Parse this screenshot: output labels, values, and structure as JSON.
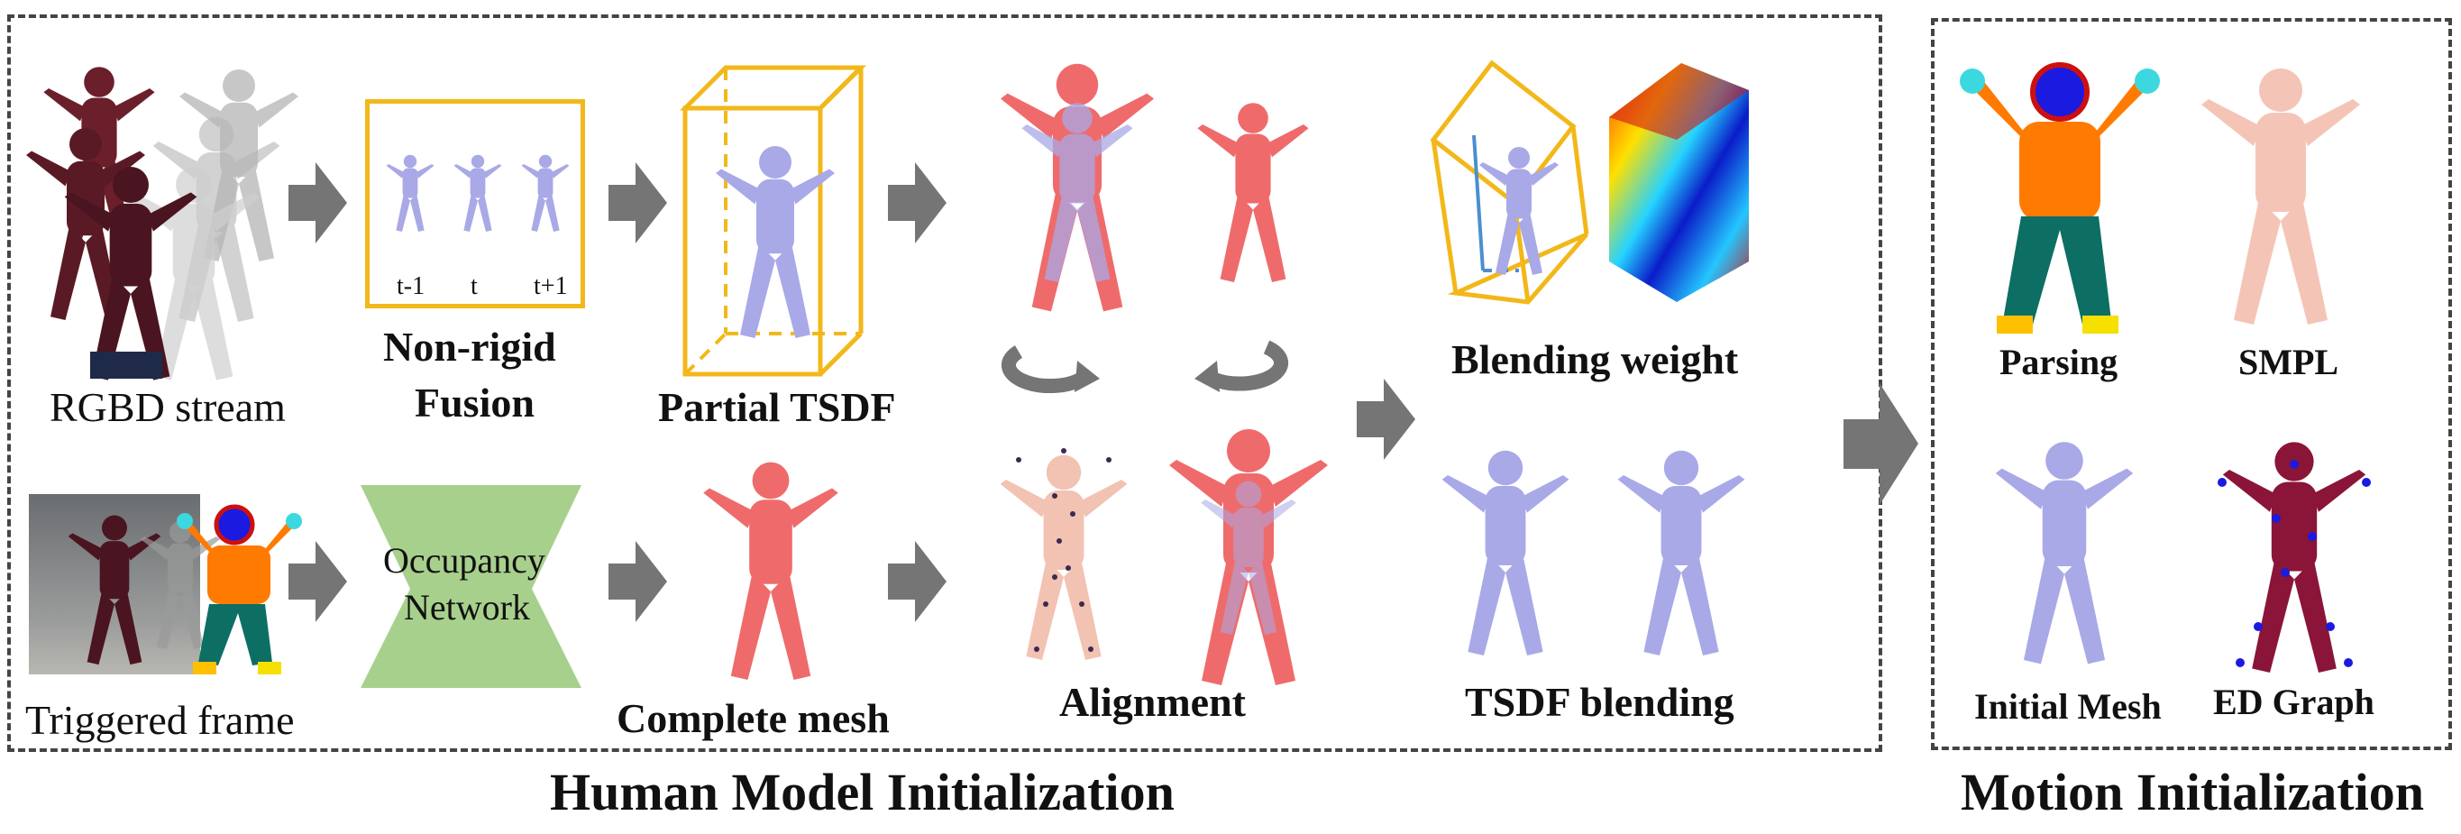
{
  "colors": {
    "mesh_blue": "#a9a9e8",
    "mesh_red": "#ef6b6b",
    "tsdf_box": "#f2b81a",
    "occupancy": "#a8d08d",
    "arrow": "#757575",
    "parsing_orange": "#ff7a00",
    "parsing_green": "#0d6e64"
  },
  "sections": {
    "human_model_title": "Human Model Initialization",
    "motion_title": "Motion Initialization"
  },
  "labels": {
    "rgbd_stream": "RGBD stream",
    "triggered_frame": "Triggered frame",
    "nonrigid_line1": "Non-rigid",
    "nonrigid_line2": "Fusion",
    "partial_tsdf": "Partial TSDF",
    "occupancy_line1": "Occupancy",
    "occupancy_line2": "Network",
    "complete_mesh": "Complete mesh",
    "alignment": "Alignment",
    "blending_weight": "Blending weight",
    "tsdf_blending": "TSDF blending",
    "parsing": "Parsing",
    "smpl": "SMPL",
    "initial_mesh": "Initial Mesh",
    "ed_graph": "ED Graph"
  },
  "ticks": [
    "t-1",
    "t",
    "t+1"
  ]
}
